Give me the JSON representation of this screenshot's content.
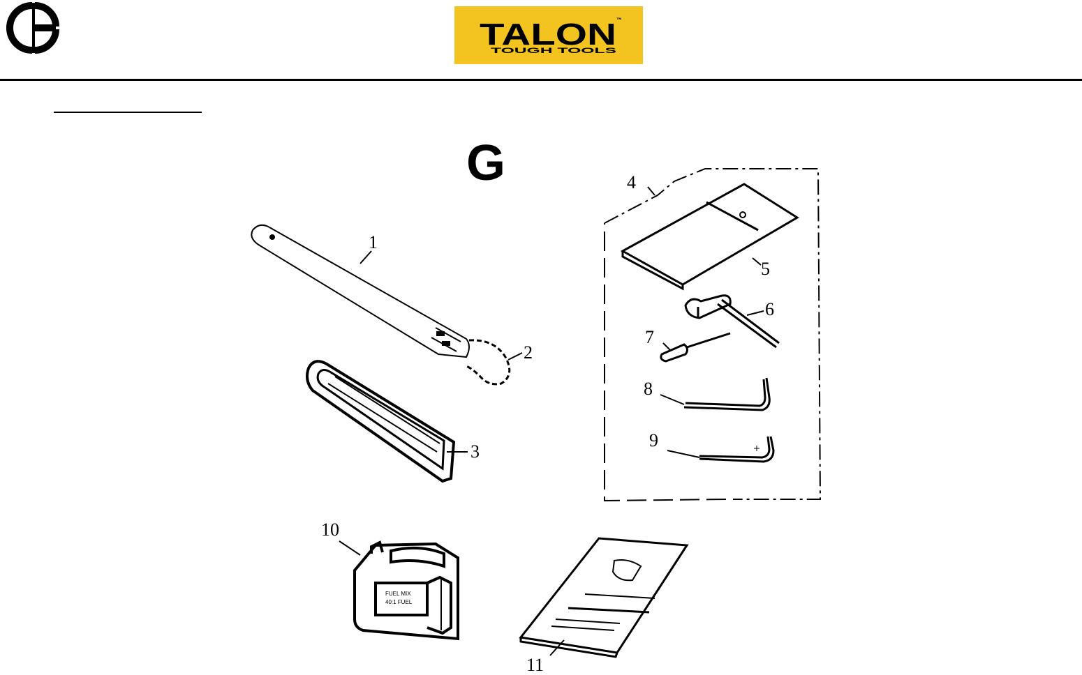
{
  "header": {
    "ce_mark": "CE",
    "brand": {
      "name": "TALON",
      "trademark": "™",
      "tagline": "TOUGH TOOLS",
      "color": "#F3C41F"
    }
  },
  "figure": {
    "label": "G",
    "callouts": [
      "1",
      "2",
      "3",
      "4",
      "5",
      "6",
      "7",
      "8",
      "9",
      "10",
      "11"
    ],
    "fuel_can_text": [
      "FUEL MIX",
      "40:1 FUEL"
    ]
  }
}
